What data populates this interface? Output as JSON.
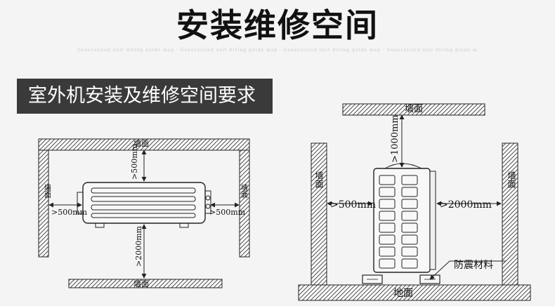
{
  "title": "安装维修空间",
  "watermark": "Generalized unit diving guide map · Generalized unit diving guide map · Generalized unit diving guide map · Generalized unit diving guide map",
  "subtitle": "室外机安装及维修空间要求",
  "left_diagram": {
    "wall_top": "墙面",
    "wall_bottom": "墙面",
    "wall_left": "墙面",
    "wall_right": "墙面",
    "clear_top": ">500mm",
    "clear_bottom": ">2000mm",
    "clear_left": ">500mm",
    "clear_right": ">500mm"
  },
  "right_diagram": {
    "wall_top": "墙面",
    "wall_left": "墙面",
    "wall_right": "墙面",
    "clear_top": ">1000mm",
    "clear_left": ">500mm",
    "clear_right": ">2000mm",
    "anti_vibration": "防震材料",
    "ground": "地面"
  }
}
